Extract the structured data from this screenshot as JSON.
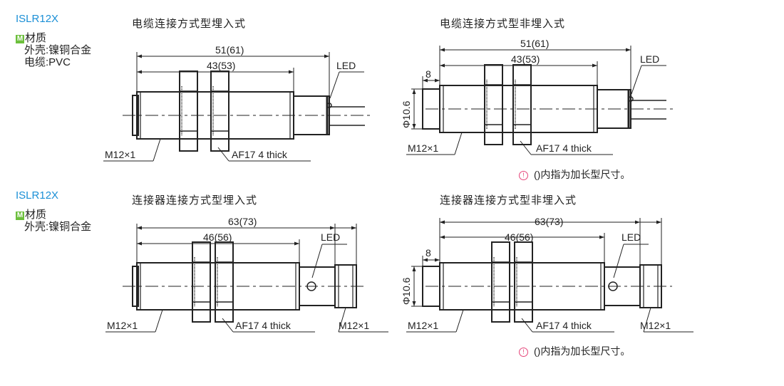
{
  "sections": [
    {
      "model": "ISLR12X",
      "material_title": "材质",
      "material_badge": "M",
      "materials": [
        "外壳:镍铜合金",
        "电缆:PVC"
      ]
    },
    {
      "model": "ISLR12X",
      "material_title": "材质",
      "material_badge": "M",
      "materials": [
        "外壳:镍铜合金"
      ]
    }
  ],
  "drawings": [
    {
      "title": "电缆连接方式型埋入式",
      "dim_total": "51(61)",
      "dim_body": "43(53)",
      "led": "LED",
      "thread": "M12×1",
      "nut": "AF17 4 thick"
    },
    {
      "title": "电缆连接方式型非埋入式",
      "dim_total": "51(61)",
      "dim_body": "43(53)",
      "dim_front": "8",
      "diameter": "Φ10.6",
      "led": "LED",
      "thread": "M12×1",
      "nut": "AF17 4 thick",
      "note": "()内指为加长型尺寸。"
    },
    {
      "title": "连接器连接方式型埋入式",
      "dim_total": "63(73)",
      "dim_body": "46(56)",
      "led": "LED",
      "thread": "M12×1",
      "nut": "AF17 4 thick",
      "connector_thread": "M12×1"
    },
    {
      "title": "连接器连接方式型非埋入式",
      "dim_total": "63(73)",
      "dim_body": "46(56)",
      "dim_front": "8",
      "diameter": "Φ10.6",
      "led": "LED",
      "thread": "M12×1",
      "nut": "AF17 4 thick",
      "connector_thread": "M12×1",
      "note": "()内指为加长型尺寸。"
    }
  ],
  "colors": {
    "model": "#1a8fd6",
    "badge": "#6cbf3c",
    "note_icon": "#e5457a"
  }
}
